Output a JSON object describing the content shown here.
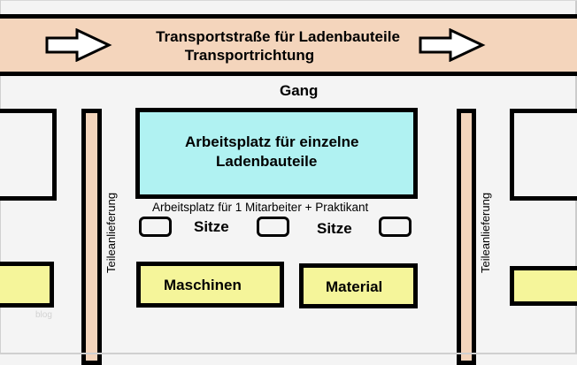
{
  "transport_band": {
    "title_line1": "Transportstraße für Ladenbauteile",
    "title_line2": "Transportrichtung",
    "left_arrow_icon": "arrow-right-icon",
    "right_arrow_icon": "arrow-right-icon",
    "color": "#f4d5bc"
  },
  "aisle": {
    "label": "Gang"
  },
  "workstation": {
    "label_line1": "Arbeitsplatz für einzelne",
    "label_line2": "Ladenbauteile",
    "caption": "Arbeitsplatz für 1 Mitarbeiter + Praktikant",
    "color": "#b0f2f2"
  },
  "seats": {
    "label_left": "Sitze",
    "label_right": "Sitze",
    "count": 3
  },
  "parts_delivery": {
    "left_label": "Teileanlieferung",
    "right_label": "Teileanlieferung"
  },
  "lower_boxes": {
    "machines_label": "Maschinen",
    "material_label": "Material",
    "color": "#f5f59a"
  },
  "watermark": {
    "text": "blog"
  }
}
